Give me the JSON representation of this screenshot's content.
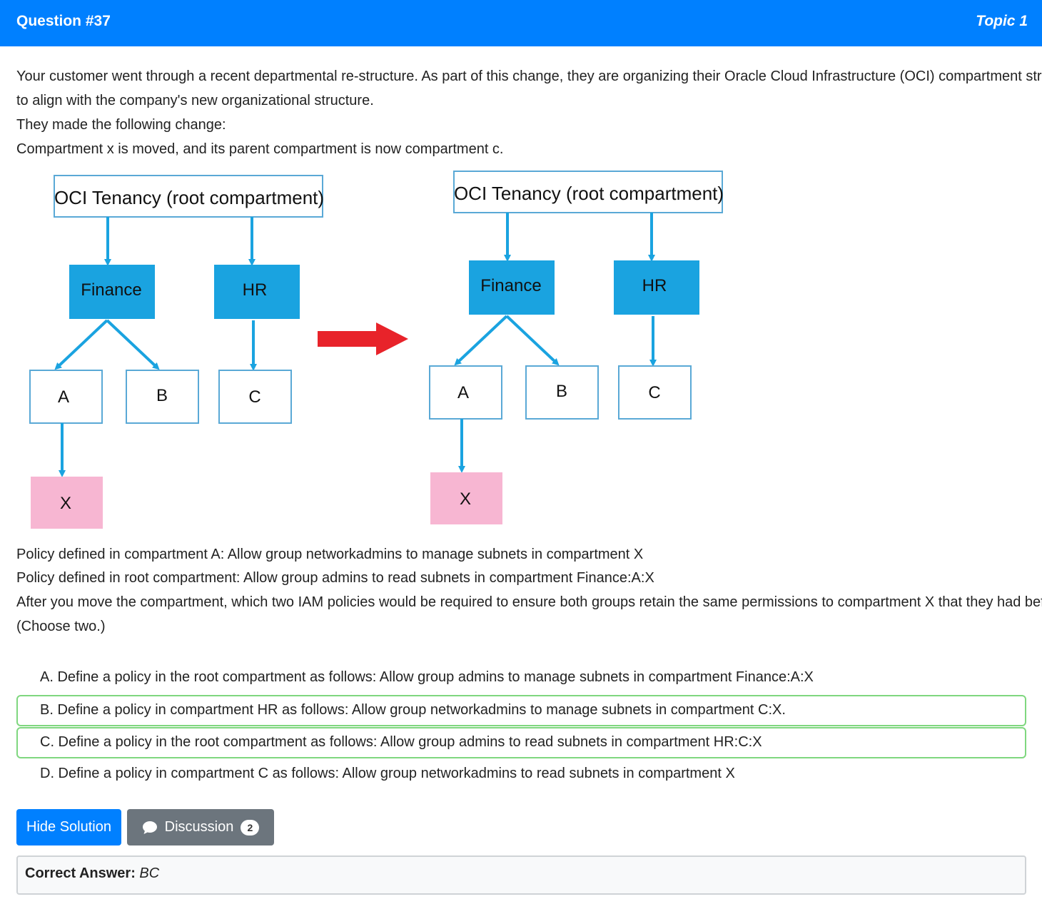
{
  "header": {
    "question_number": "Question #37",
    "topic": "Topic 1"
  },
  "question": {
    "intro_line_1": "Your customer went through a recent departmental re-structure. As part of this change, they are organizing their Oracle Cloud Infrastructure (OCI) compartment structure",
    "intro_line_2": "to align with the company's new organizational structure.",
    "intro_line_3": "They made the following change:",
    "intro_line_4": "Compartment x is moved, and its parent compartment is now compartment c.",
    "policy_a": "Policy defined in compartment A: Allow group networkadmins to manage subnets in compartment X",
    "policy_root": "Policy defined in root compartment: Allow group admins to read subnets in compartment Finance:A:X",
    "prompt": "After you move the compartment, which two IAM policies would be required to ensure both groups retain the same permissions to compartment X that they had before?",
    "choose": "(Choose two.)"
  },
  "diagram": {
    "root_label": "OCI Tenancy (root compartment)",
    "finance": "Finance",
    "hr": "HR",
    "a": "A",
    "b": "B",
    "c": "C",
    "x": "X",
    "colors": {
      "blue_box": "#1aa3e0",
      "line": "#1aa3e0",
      "pink": "#f7b6d2",
      "arrow": "#e8232a"
    }
  },
  "options": [
    {
      "label": "A. Define a policy in the root compartment as follows: Allow group admins to manage subnets in compartment Finance:A:X",
      "correct": false
    },
    {
      "label": "B. Define a policy in compartment HR as follows: Allow group networkadmins to manage subnets in compartment C:X.",
      "correct": true
    },
    {
      "label": "C. Define a policy in the root compartment as follows: Allow group admins to read subnets in compartment HR:C:X",
      "correct": true
    },
    {
      "label": "D. Define a policy in compartment C as follows: Allow group networkadmins to read subnets in compartment X",
      "correct": false
    }
  ],
  "buttons": {
    "hide_solution": "Hide Solution",
    "discussion": "Discussion",
    "discussion_count": "2"
  },
  "answer": {
    "label": "Correct Answer:",
    "value": "BC"
  }
}
